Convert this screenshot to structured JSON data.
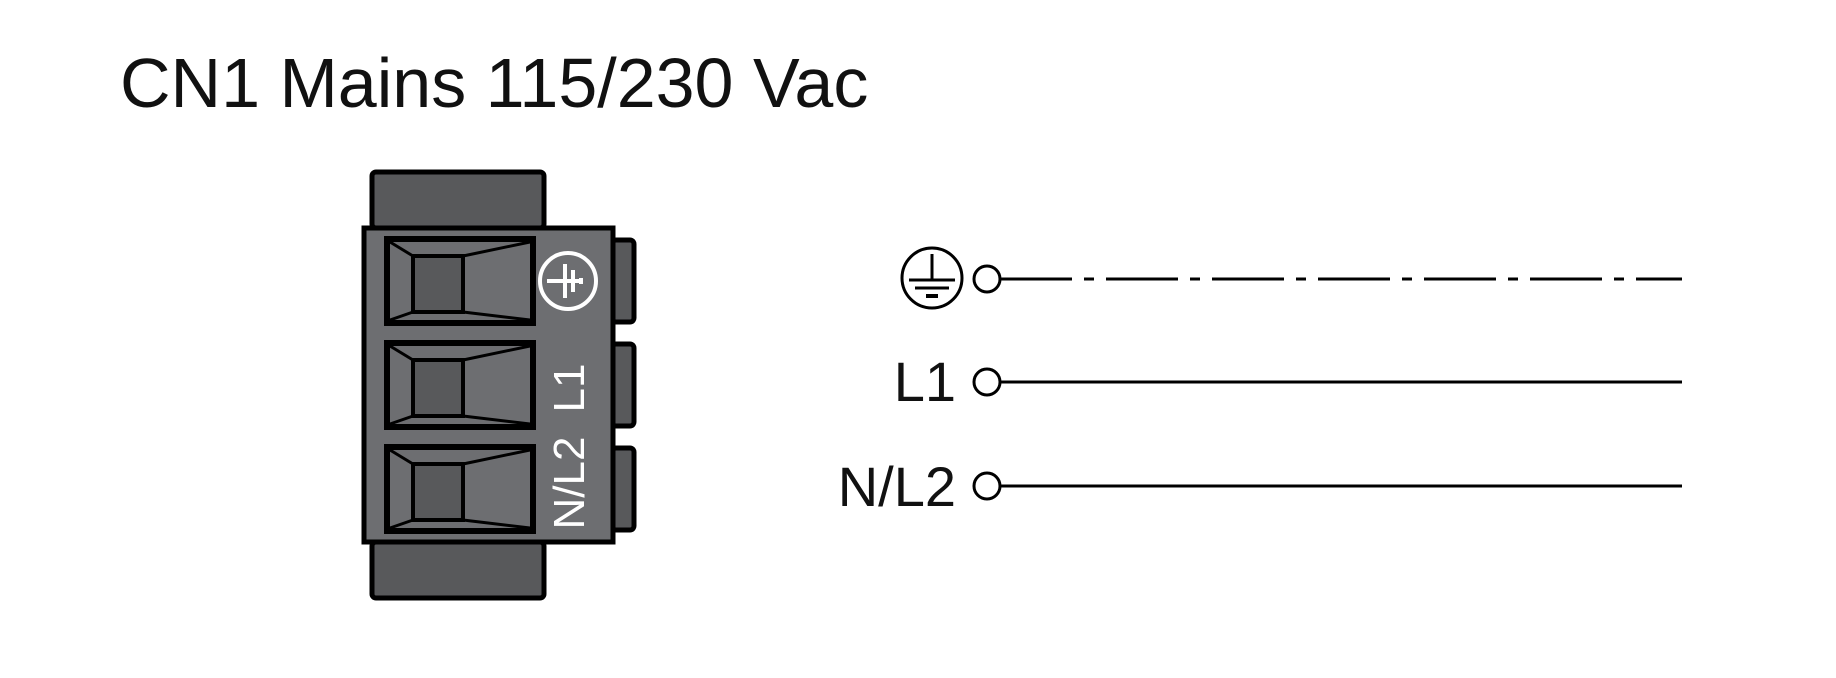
{
  "title": "CN1 Mains 115/230 Vac",
  "connector": {
    "terminals": [
      {
        "label": "earth",
        "icon": "earth-ground-icon"
      },
      {
        "label": "L1"
      },
      {
        "label": "N/L2"
      }
    ],
    "colors": {
      "body": "#6d6e71",
      "dark": "#58595b",
      "outline": "#000000",
      "text": "#ffffff"
    }
  },
  "wiring": {
    "lines": [
      {
        "label": "",
        "icon": "earth-ground-icon",
        "style": "dash-dot"
      },
      {
        "label": "L1",
        "style": "solid"
      },
      {
        "label": "N/L2",
        "style": "solid"
      }
    ]
  }
}
